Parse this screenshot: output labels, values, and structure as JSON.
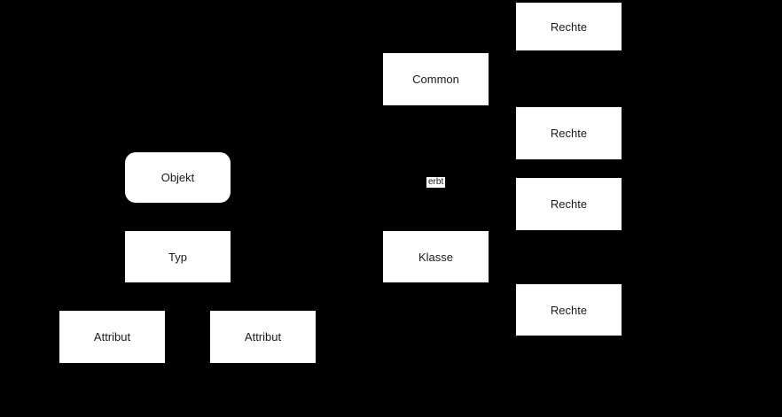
{
  "diagram": {
    "background_color": "#000000",
    "node_fill_color": "#ffffff",
    "node_text_color": "#1a1a1a",
    "nodes": [
      {
        "id": "objekt",
        "label": "Objekt",
        "shape": "rounded"
      },
      {
        "id": "typ",
        "label": "Typ",
        "shape": "rect"
      },
      {
        "id": "attribut-1",
        "label": "Attribut",
        "shape": "rect"
      },
      {
        "id": "attribut-2",
        "label": "Attribut",
        "shape": "rect"
      },
      {
        "id": "common",
        "label": "Common",
        "shape": "rect"
      },
      {
        "id": "klasse",
        "label": "Klasse",
        "shape": "rect"
      },
      {
        "id": "rechte-1",
        "label": "Rechte",
        "shape": "rect"
      },
      {
        "id": "rechte-2",
        "label": "Rechte",
        "shape": "rect"
      },
      {
        "id": "rechte-3",
        "label": "Rechte",
        "shape": "rect"
      },
      {
        "id": "rechte-4",
        "label": "Rechte",
        "shape": "rect"
      }
    ],
    "edge_labels": [
      {
        "id": "erbt",
        "label": "erbt"
      }
    ]
  }
}
